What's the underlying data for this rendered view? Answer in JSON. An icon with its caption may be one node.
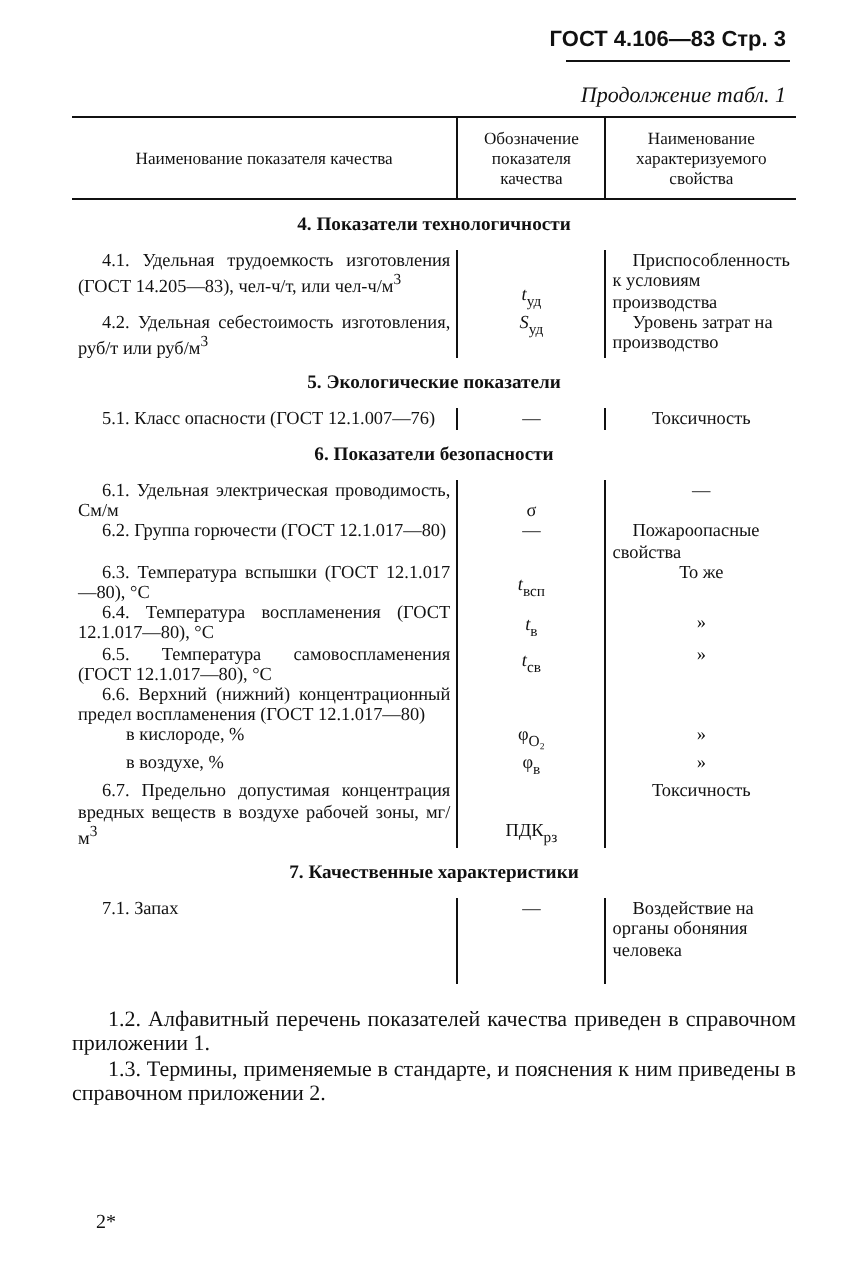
{
  "diagram": {
    "labels": [
      "ГОСТ 4.106—83 Стр. 3",
      "Продолжение табл. 1",
      "Наименование показателя качества",
      "Обозначение показателя качества",
      "Наименование характеризуемого свойства",
      "4. Показатели технологичности",
      "4.1. Удельная трудоемкость изготовления (ГОСТ 14.205—83), чел-ч/т, или чел-ч/м$^{3}$",
      "*t*$_{уд}$",
      "Приспособленность к условиям производства",
      "4.2. Удельная себестоимость изготовления, руб/т или руб/м$^{3}$",
      "*S*$_{уд}$",
      "Уровень затрат на производство",
      "5. Экологические показатели",
      "5.1. Класс опасности (ГОСТ 12.1.007—76)",
      "—",
      "Токсичность",
      "6. Показатели безопасности",
      "6.1. Удельная электрическая проводимость, См/м",
      "σ",
      "—",
      "6.2. Группа горючести (ГОСТ 12.1.017—80)",
      "—",
      "Пожароопасные свойства",
      "6.3. Температура вспышки (ГОСТ 12.1.017—80), °С",
      "*t*$_{всп}$",
      "То же",
      "6.4. Температура воспламенения (ГОСТ 12.1.017—80), °С",
      "*t*$_{в}$",
      "»",
      "6.5. Температура самовоспламенения (ГОСТ 12.1.017—80), °С",
      "*t*$_{св}$",
      "»",
      "6.6. Верхний (нижний) концентрационный предел воспламенения (ГОСТ 12.1.017—80)",
      "в кислороде, %",
      "φ$_{O₂}$",
      "»",
      "в воздухе, %",
      "φ$_{в}$",
      "»",
      "6.7. Предельно допустимая концентрация вредных веществ в воздухе рабочей зоны, мг/м$^{3}$",
      "ПДК$_{рз}$",
      "Токсичность",
      "7. Качественные характеристики",
      "7.1. Запах",
      "—",
      "Воздействие на органы обоняния человека",
      "1.2. Алфавитный перечень показателей качества приведен в справочном приложении 1.",
      "1.3. Термины, применяемые в стандарте, и пояснения к ним приведены в справочном приложении 2.",
      "2*"
    ]
  }
}
